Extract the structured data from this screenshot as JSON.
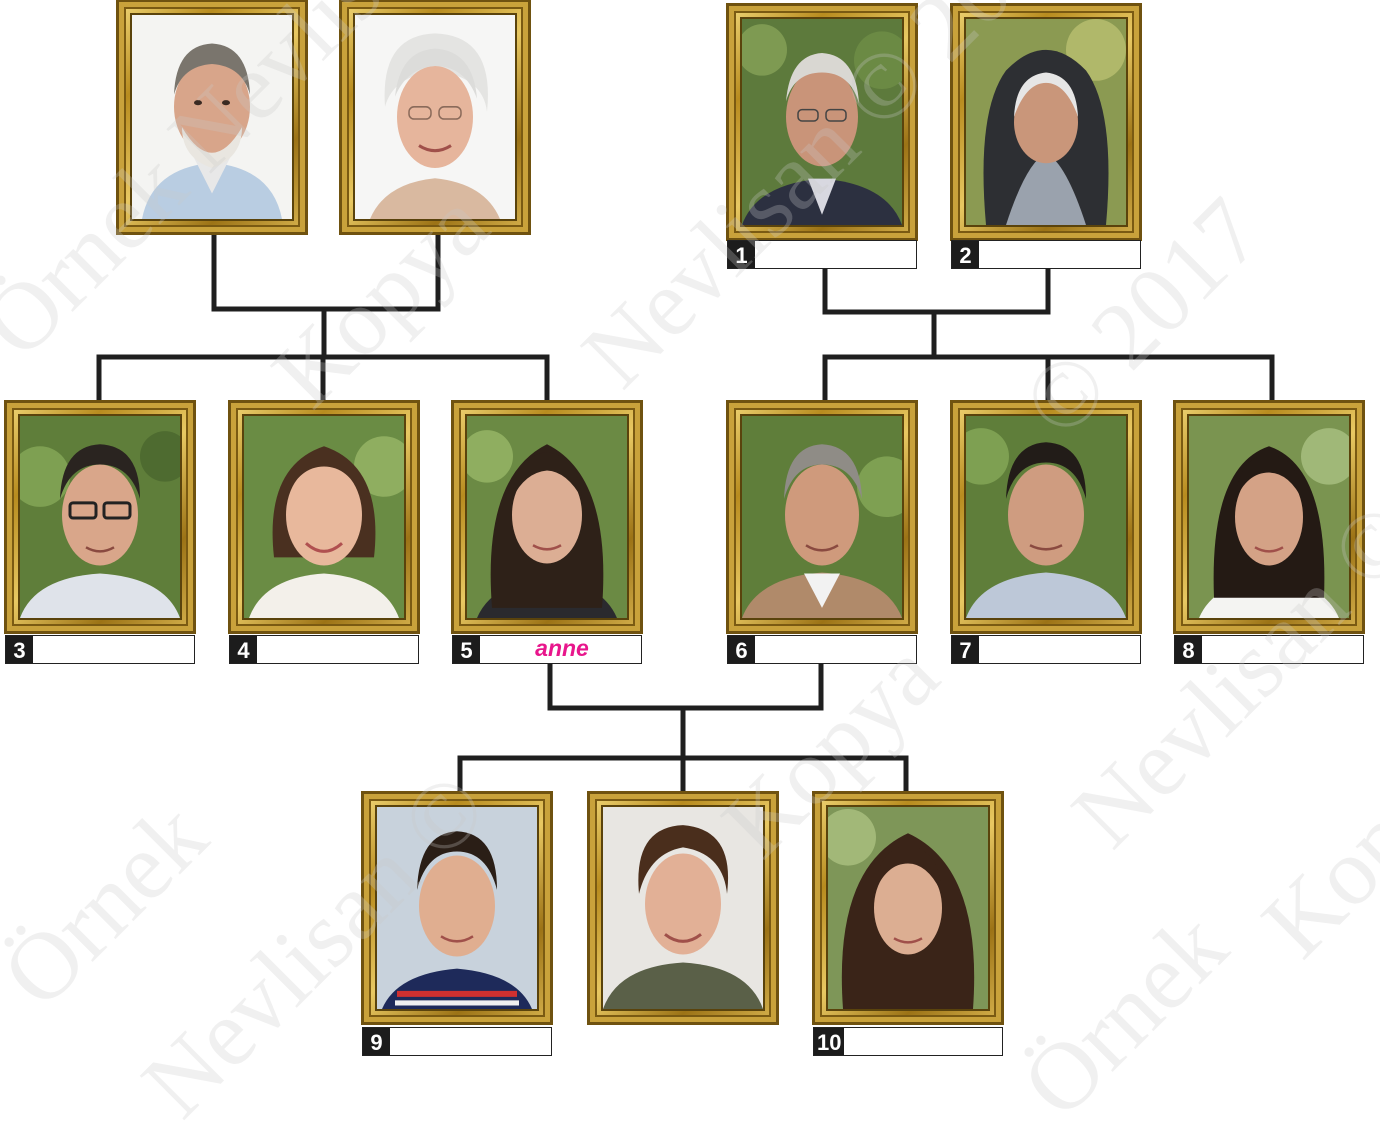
{
  "watermark": {
    "texts": [
      "Kopya",
      "Nevlisan",
      "©",
      "2017",
      "Örnek"
    ]
  },
  "colors": {
    "line": "#1f1f1f",
    "frame_gold": "#c9a23b",
    "number_bg": "#1c1c1c",
    "answer_text": "#e8168c"
  },
  "people": {
    "grandfather_paternal": {
      "number": "",
      "answer": ""
    },
    "grandmother_paternal": {
      "number": "",
      "answer": ""
    },
    "p1": {
      "number": "1",
      "answer": ""
    },
    "p2": {
      "number": "2",
      "answer": ""
    },
    "p3": {
      "number": "3",
      "answer": ""
    },
    "p4": {
      "number": "4",
      "answer": ""
    },
    "p5": {
      "number": "5",
      "answer": "anne"
    },
    "p6": {
      "number": "6",
      "answer": ""
    },
    "p7": {
      "number": "7",
      "answer": ""
    },
    "p8": {
      "number": "8",
      "answer": ""
    },
    "p9": {
      "number": "9",
      "answer": ""
    },
    "p_center": {
      "number": "",
      "answer": ""
    },
    "p10": {
      "number": "10",
      "answer": ""
    }
  }
}
